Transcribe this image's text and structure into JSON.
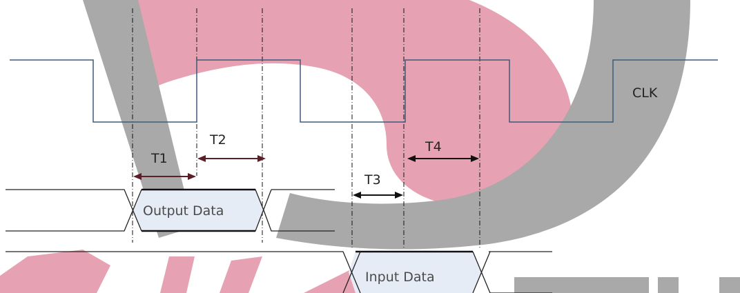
{
  "signals": {
    "clock": "CLK",
    "output": "Output Data",
    "input": "Input Data"
  },
  "timings": [
    "T1",
    "T2",
    "T3",
    "T4"
  ],
  "colors": {
    "clock_line": "#3a5a7a",
    "data_line": "#222222",
    "data_fill": "#e6ecf5",
    "watermark_red": "#e6a2b2",
    "watermark_gray": "#a9a9a9",
    "arrow_dark": "#5a1f28"
  }
}
